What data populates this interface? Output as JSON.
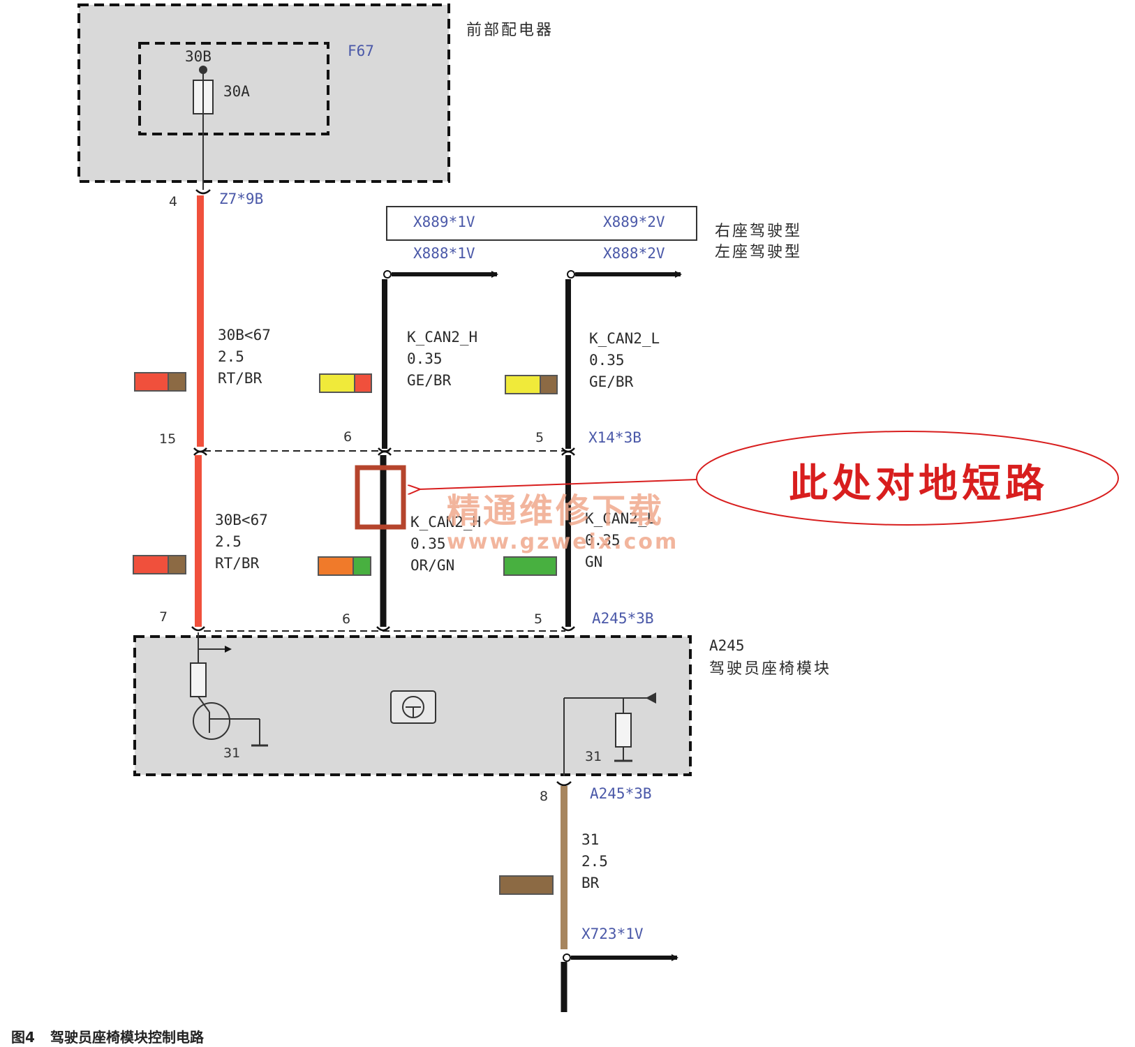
{
  "front_relay": {
    "title": "前部配电器",
    "fuse_id": "F67",
    "terminal": "30B",
    "fuse_rating": "30A"
  },
  "connector_z7": {
    "name": "Z7*9B",
    "pin": "4"
  },
  "variant_box": {
    "right_drive_1": "X889*1V",
    "right_drive_2": "X889*2V",
    "left_drive_1": "X888*1V",
    "left_drive_2": "X888*2V",
    "right_label": "右座驾驶型",
    "left_label": "左座驾驶型"
  },
  "wires_upper": [
    {
      "signal": "30B<67",
      "size": "2.5",
      "color_code": "RT/BR"
    },
    {
      "signal": "K_CAN2_H",
      "size": "0.35",
      "color_code": "GE/BR"
    },
    {
      "signal": "K_CAN2_L",
      "size": "0.35",
      "color_code": "GE/BR"
    }
  ],
  "connector_x14": {
    "name": "X14*3B",
    "pin_power": "15",
    "pin_h": "6",
    "pin_l": "5"
  },
  "wires_lower": [
    {
      "signal": "30B<67",
      "size": "2.5",
      "color_code": "RT/BR"
    },
    {
      "signal": "K_CAN2_H",
      "size": "0.35",
      "color_code": "OR/GN"
    },
    {
      "signal": "K_CAN2_L",
      "size": "0.35",
      "color_code": "GN"
    }
  ],
  "connector_a245_top": {
    "name": "A245*3B",
    "pin_power": "7",
    "pin_h": "6",
    "pin_l": "5"
  },
  "module": {
    "id": "A245",
    "title": "驾驶员座椅模块",
    "ground_left": "31",
    "ground_right": "31"
  },
  "connector_a245_bottom": {
    "name": "A245*3B",
    "pin": "8"
  },
  "ground_wire": {
    "signal": "31",
    "size": "2.5",
    "color_code": "BR"
  },
  "ground_connector": "X723*1V",
  "callout": "此处对地短路",
  "watermark": {
    "line1": "精通维修下载",
    "line2": "www.gzweix.com"
  },
  "caption": {
    "number": "图4",
    "text": "驾驶员座椅模块控制电路"
  },
  "colors": {
    "red_wire": "#f0503c",
    "brown_wire": "#a7855e",
    "black_wire": "#141414",
    "yellow": "#f0ea3a",
    "orange": "#f07a2a",
    "green": "#48b040",
    "brown": "#8c6a44",
    "fault_box": "#b5442c",
    "callout_red": "#d81e1e",
    "label_blue": "#4a58a8"
  }
}
